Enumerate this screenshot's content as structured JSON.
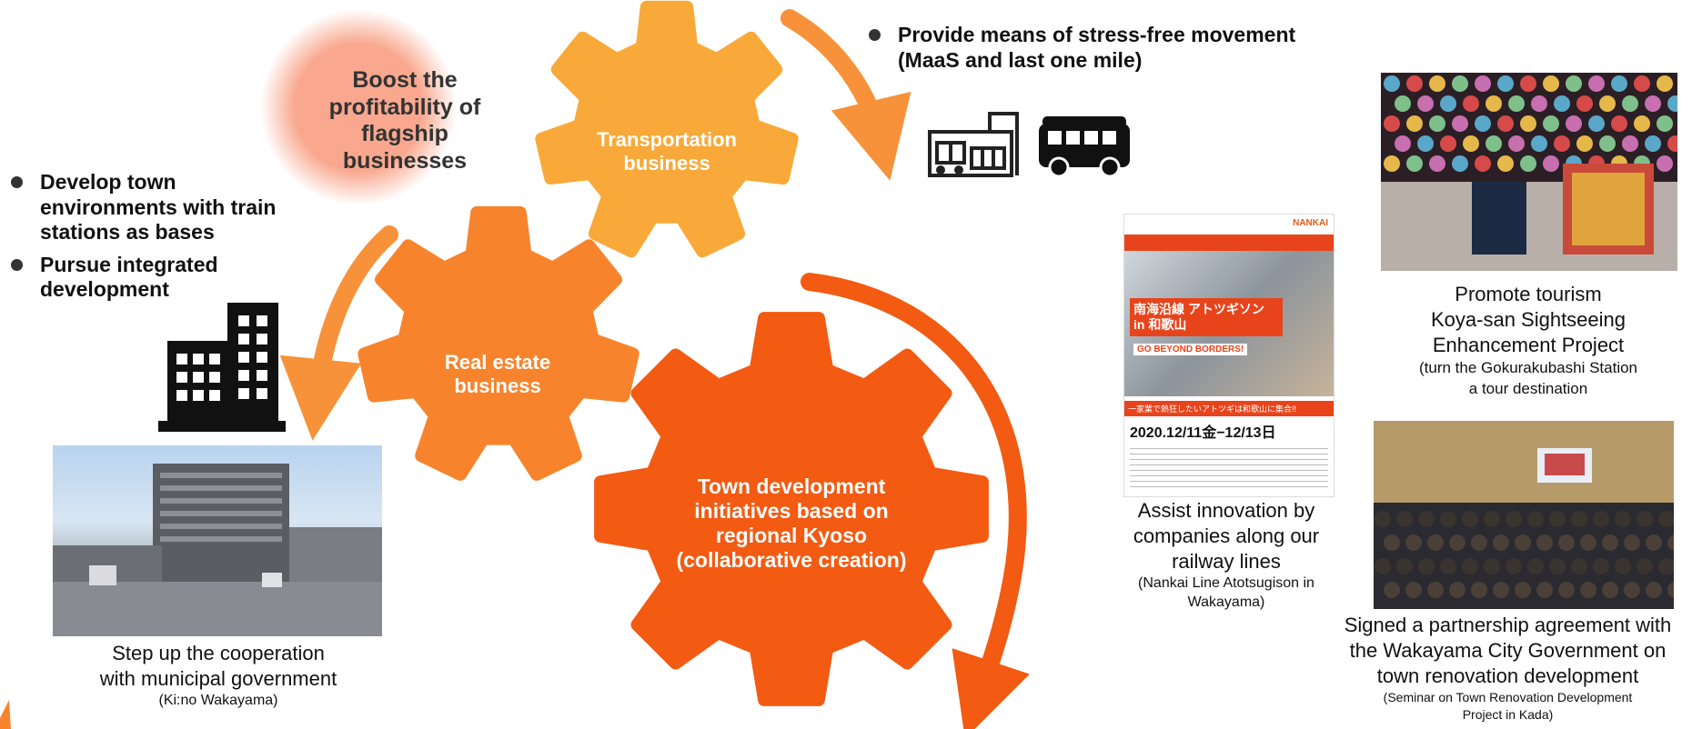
{
  "gears": {
    "profitability": "Boost the profitability of flagship businesses",
    "transportation": "Transportation business",
    "real_estate": "Real estate business",
    "town_development": "Town development initiatives based on regional Kyoso (collaborative creation)"
  },
  "left_bullets": {
    "item1": "Develop town environments with train stations as bases",
    "item2": "Pursue integrated development"
  },
  "top_bullet": {
    "line1": "Provide means of stress-free movement",
    "line2": "(MaaS and last one mile)"
  },
  "captions": {
    "municipal": {
      "line1": "Step up the cooperation",
      "line2": "with municipal government",
      "note": "(Ki:no Wakayama)"
    },
    "innovation": {
      "line1": "Assist innovation by",
      "line2": "companies along our",
      "line3": "railway lines",
      "note1": "(Nankai Line Atotsugison in",
      "note2": "Wakayama)"
    },
    "tourism": {
      "line1": "Promote tourism",
      "line2": "Koya-san Sightseeing",
      "line3": "Enhancement Project",
      "note1": "(turn the Gokurakubashi Station",
      "note2": "a tour destination"
    },
    "partnership": {
      "line1": "Signed a partnership agreement with",
      "line2": "the Wakayama City Government on",
      "line3": "town renovation development",
      "note1": "(Seminar on Town Renovation Development",
      "note2": "Project in Kada)"
    }
  },
  "poster": {
    "header": "NANKAI",
    "title_jp": "南海沿線 アトツギソン in 和歌山",
    "subtitle": "GO BEYOND BORDERS!",
    "banner": "一家業で熱狂したいアトツギは和歌山に集合!!",
    "dates": "2020.12/11金−12/13日"
  },
  "icons": [
    "train-station-icon",
    "bus-icon",
    "building-icon"
  ],
  "colors": {
    "gear_small": "#f9a93a",
    "gear_mid": "#f7842c",
    "gear_large": "#f35a12",
    "pink_circle": "#f7a48a",
    "arrow": "#f7923a"
  }
}
